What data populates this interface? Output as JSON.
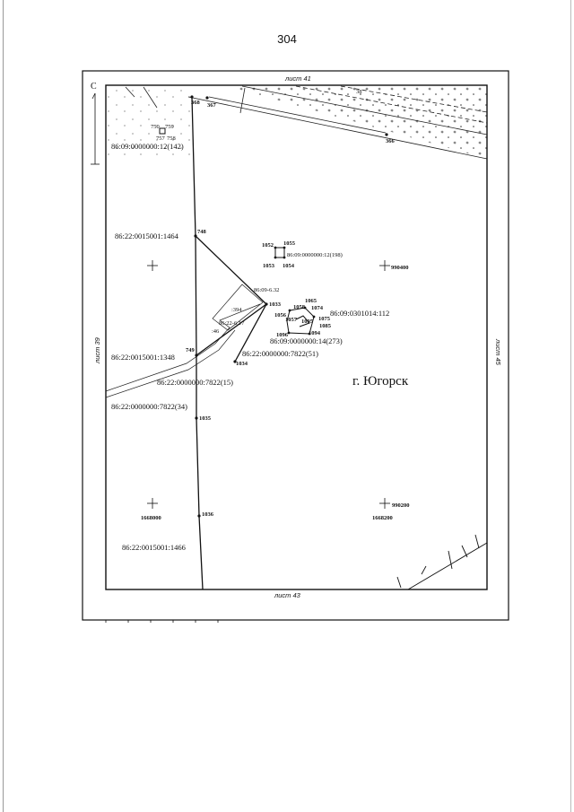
{
  "page_number": "304",
  "north_label": "С",
  "sheets": {
    "top": "лист 41",
    "bottom": "лист 43",
    "left": "лист 39",
    "right": "лист 45"
  },
  "city": "г. Югорск",
  "parcels": {
    "p142": "86:09:0000000:12(142)",
    "p1464": "86:22:0015001:1464",
    "p198": "86:09:0000000:12(198)",
    "p1348": "86:22:0015001:1348",
    "p15": "86:22:0000000:7822(15)",
    "p34": "86:22:0000000:7822(34)",
    "p51": "86:22:0000000:7822(51)",
    "p273": "86:09:0000000:14(273)",
    "p112": "86:09:0301014:112",
    "p632": "86:09-6.32",
    "p617": "86:22-6.17",
    "p394": ":394",
    "p46": ":46",
    "p1466": "86:22:0015001:1466"
  },
  "points": {
    "p368": "368",
    "p367": "367",
    "p366": "366",
    "p750": "750",
    "p759": "759",
    "p757": "757",
    "p758": "758",
    "p748": "748",
    "p749": "749",
    "p1033": "1033",
    "p1034": "1034",
    "p1035": "1035",
    "p1036": "1036",
    "p1052": "1052",
    "p1055": "1055",
    "p1053": "1053",
    "p1054": "1054",
    "p1065": "1065",
    "p1058": "1058",
    "p1074": "1074",
    "p1056": "1056",
    "p1057": "1057",
    "p1075": "1075",
    "p1095": "1095",
    "p1085": "1085",
    "p1096": "1096",
    "p1094": "1094",
    "p38": "38"
  },
  "coords": {
    "c990400": "990400",
    "c990200": "990200",
    "c1668000": "1668000",
    "c1668200": "1668200"
  }
}
